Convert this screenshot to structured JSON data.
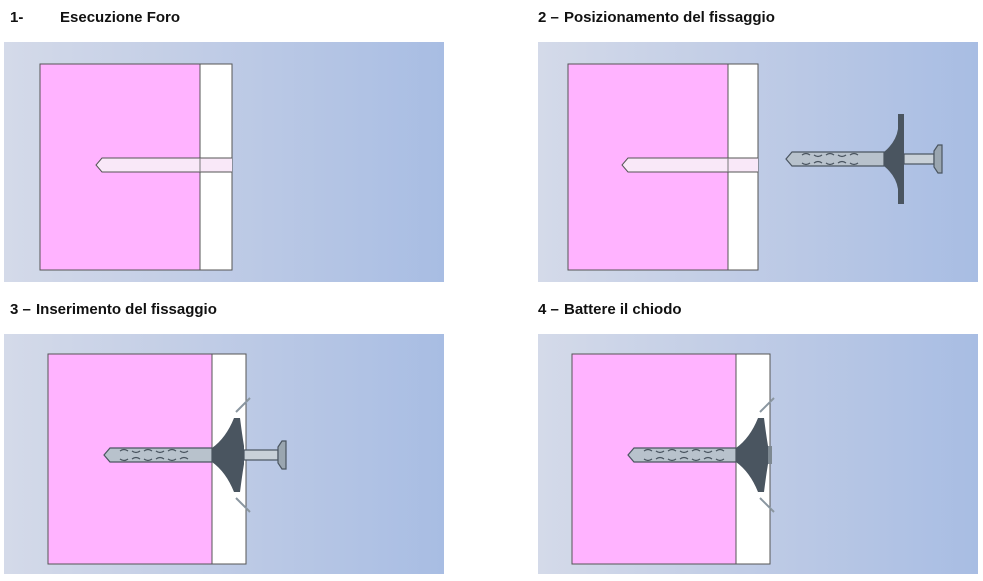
{
  "steps": [
    {
      "number": "1-",
      "title": "Esecuzione Foro"
    },
    {
      "number": "2 –",
      "title": "Posizionamento del fissaggio"
    },
    {
      "number": "3 –",
      "title": "Inserimento del fissaggio"
    },
    {
      "number": "4 –",
      "title": "Battere il chiodo"
    }
  ],
  "colors": {
    "background_left": "#d4dae9",
    "background_right": "#a8bde3",
    "wall": "#ffb3ff",
    "insulation_board": "#ffffff",
    "anchor_body": "#b8c2cc",
    "anchor_dark": "#4a5560"
  }
}
